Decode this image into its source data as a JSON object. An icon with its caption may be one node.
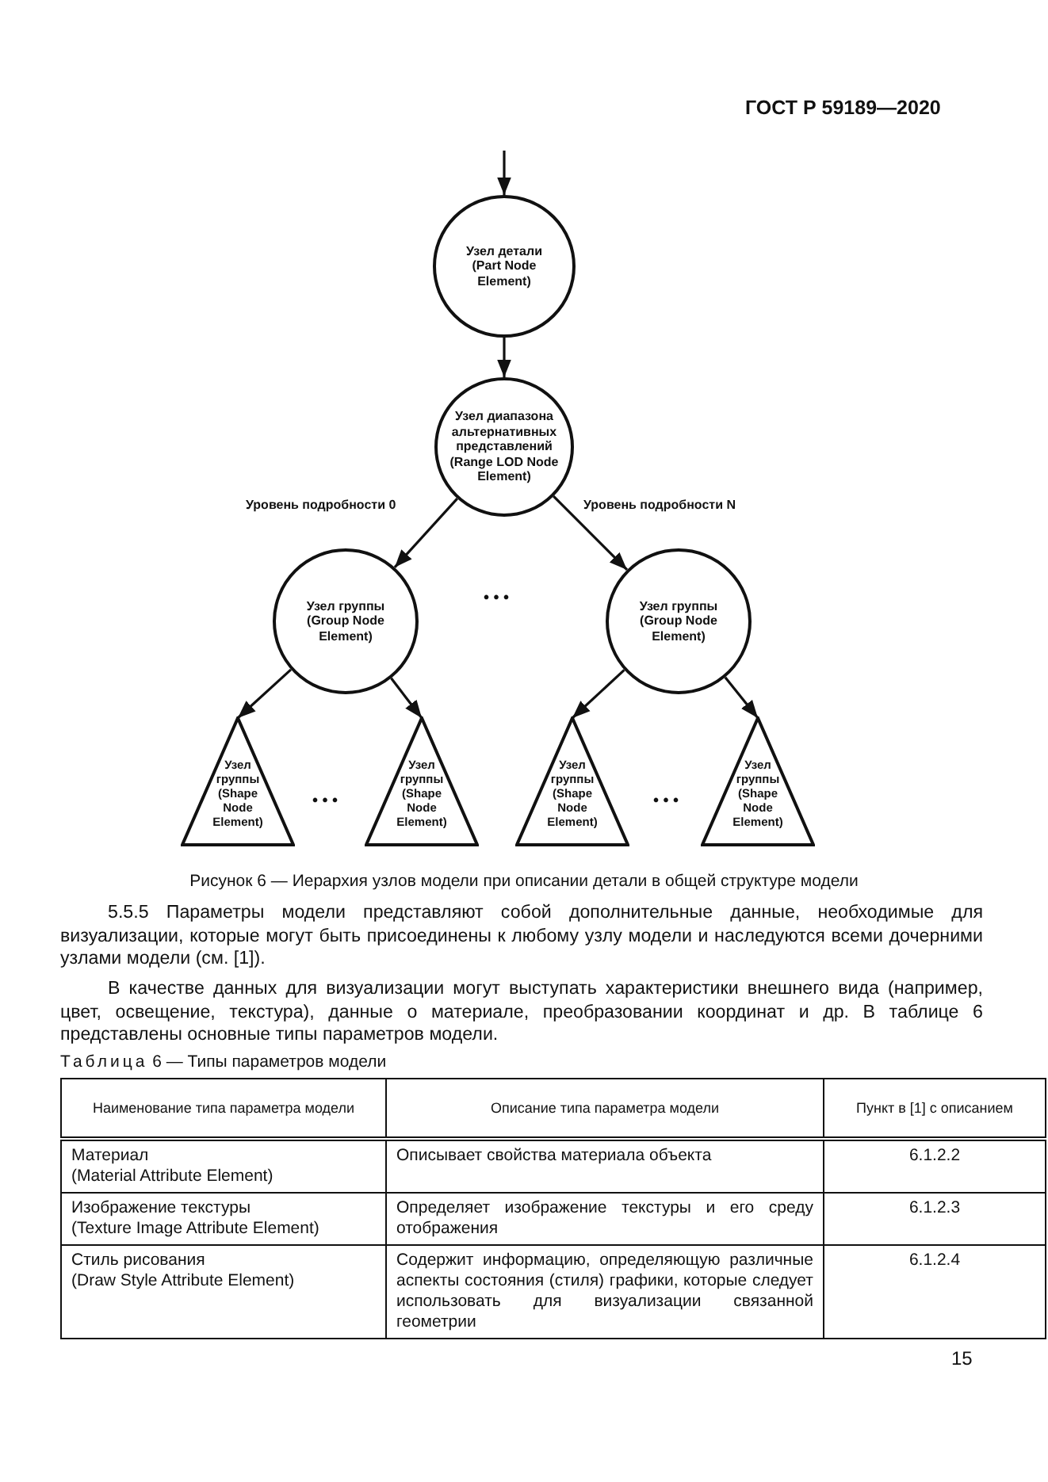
{
  "diagram": {
    "caption": "Рисунок 6 — Иерархия узлов модели при описании детали в общей структуре модели",
    "nodes": [
      {
        "text": [
          "Узел детали (Part Node Element)"
        ]
      },
      {
        "text": [
          "Узел диапазона альтернативных представлений (Range LOD Node Element)"
        ]
      },
      {
        "text": [
          "Узел группы (Group Node Element)"
        ]
      },
      {
        "text": [
          "Узел группы (Group Node Element)"
        ]
      },
      {
        "text": [
          "Узел группы (Shape Node Element)"
        ]
      },
      {
        "text": [
          "Узел группы (Shape Node Element)"
        ]
      },
      {
        "text": [
          "Узел группы (Shape Node Element)"
        ]
      },
      {
        "text": [
          "Узел группы (Shape Node Element)"
        ]
      }
    ],
    "edges": [
      {
        "from": null,
        "to": 0,
        "arrow": "to"
      },
      {
        "from": 0,
        "to": 1,
        "arrow": "to"
      },
      {
        "from": 1,
        "to": 2,
        "arrow": "to",
        "label": "Уровень подробности 0"
      },
      {
        "from": 1,
        "to": 3,
        "arrow": "to",
        "label": "Уровень подробности N"
      },
      {
        "from": 2,
        "to": 4,
        "arrow": "to"
      },
      {
        "from": 2,
        "to": 5,
        "arrow": "to"
      },
      {
        "from": 3,
        "to": 6,
        "arrow": "to"
      },
      {
        "from": 3,
        "to": 7,
        "arrow": "to"
      }
    ],
    "labels": [
      "ГОСТ Р 59189—2020",
      "• • •",
      "• • •",
      "• • •",
      "5.5.5 Параметры модели представляют собой дополнительные данные, необходимые для визуализации, которые могут быть присоединены к любому узлу модели и наследуются всеми дочерними узлами модели (см. [1]).",
      "В качестве данных для визуализации могут выступать характеристики внешнего вида (например, цвет, освещение, текстура), данные о материале, преобразовании координат и др. В таблице 6 представлены основные типы параметров модели.",
      "Таблица 6 — Типы параметров модели",
      "Наименование типа параметра модели",
      "Описание типа параметра модели",
      "Пункт в [1] с описанием",
      "Материал (Material Attribute Element)",
      "Описывает свойства материала объекта",
      "6.1.2.2",
      "Изображение текстуры (Texture Image Attribute Element)",
      "Определяет изображение текстуры и его среду отображения",
      "6.1.2.3",
      "Стиль рисования (Draw Style Attribute Element)",
      "Содержит информацию, определяющую различные аспекты состояния (стиля) графики, которые следует использовать для визуализации связанной геометрии",
      "6.1.2.4",
      "15"
    ]
  }
}
